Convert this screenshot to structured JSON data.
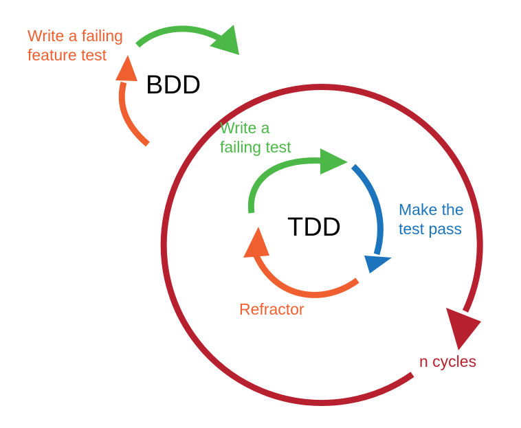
{
  "colors": {
    "green": "#4cb848",
    "orange": "#ef5f2f",
    "blue": "#1c75bc",
    "red": "#b7202e",
    "text": "#000000"
  },
  "bdd": {
    "title": "BDD",
    "step_label": [
      "Write a failing",
      "feature test"
    ]
  },
  "tdd": {
    "title": "TDD",
    "steps": {
      "write": [
        "Write a",
        "failing test"
      ],
      "pass": [
        "Make the",
        "test pass"
      ],
      "refactor": "Refractor"
    }
  },
  "outer_loop": {
    "label": "n cycles"
  }
}
